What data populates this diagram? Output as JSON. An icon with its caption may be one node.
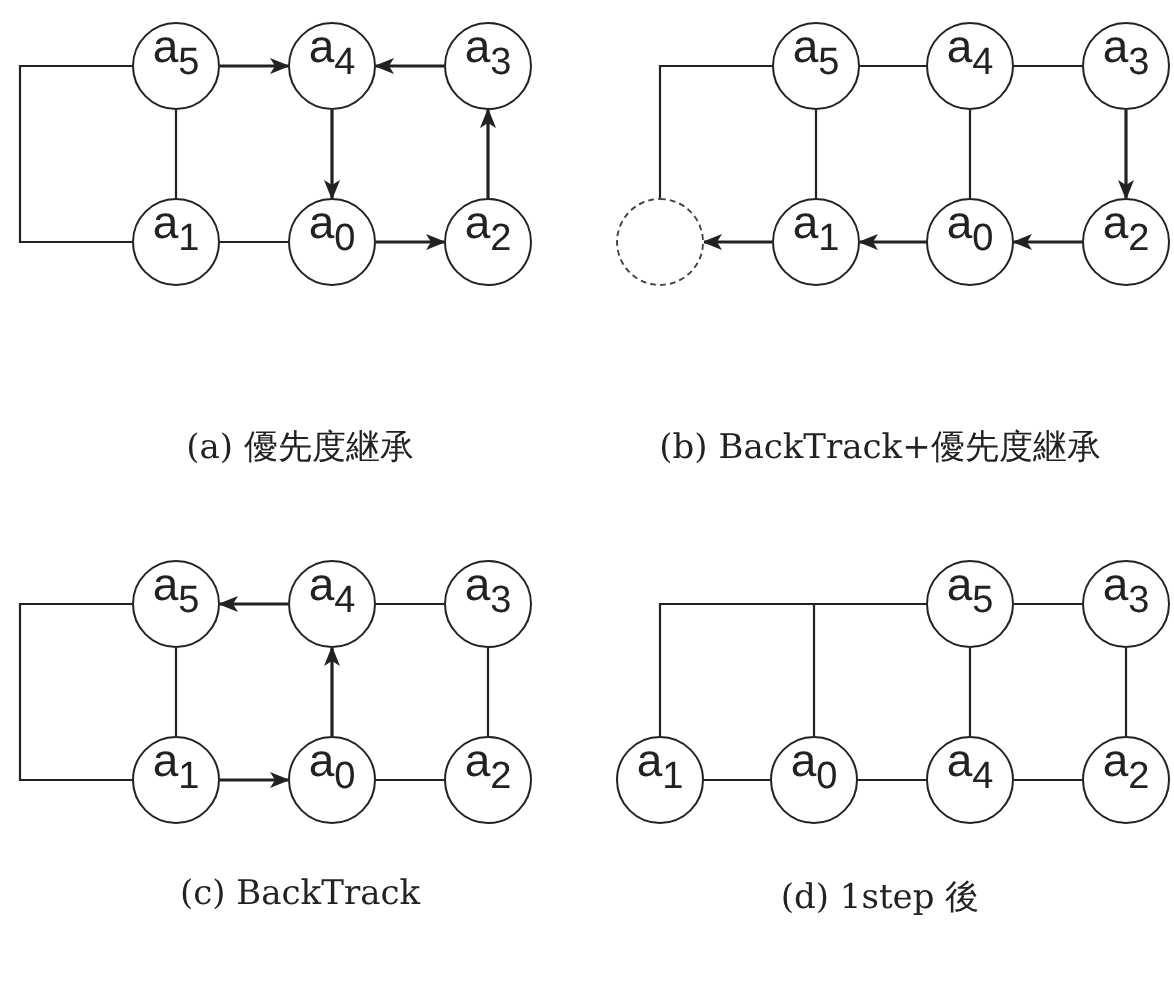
{
  "diagram": {
    "nodes": [
      {
        "text": [
          "a$_{5}$"
        ]
      },
      {
        "text": [
          "a$_{4}$"
        ]
      },
      {
        "text": [
          "a$_{3}$"
        ]
      },
      {
        "text": [
          "a$_{1}$"
        ]
      },
      {
        "text": [
          "a$_{0}$"
        ]
      },
      {
        "text": [
          "a$_{2}$"
        ]
      },
      {
        "text": [
          "a$_{5}$"
        ]
      },
      {
        "text": [
          "a$_{4}$"
        ]
      },
      {
        "text": [
          "a$_{3}$"
        ]
      },
      {
        "text": [
          "a$_{1}$"
        ]
      },
      {
        "text": [
          "a$_{0}$"
        ]
      },
      {
        "text": [
          "a$_{2}$"
        ]
      },
      {
        "text": [],
        "shape": "circle"
      },
      {
        "text": [
          "a$_{5}$"
        ]
      },
      {
        "text": [
          "a$_{4}$"
        ]
      },
      {
        "text": [
          "a$_{3}$"
        ]
      },
      {
        "text": [
          "a$_{1}$"
        ]
      },
      {
        "text": [
          "a$_{0}$"
        ]
      },
      {
        "text": [
          "a$_{2}$"
        ]
      },
      {
        "text": [
          "a$_{5}$"
        ]
      },
      {
        "text": [
          "a$_{3}$"
        ]
      },
      {
        "text": [
          "a$_{1}$"
        ]
      },
      {
        "text": [
          "a$_{0}$"
        ]
      },
      {
        "text": [
          "a$_{4}$"
        ]
      },
      {
        "text": [
          "a$_{2}$"
        ]
      }
    ],
    "edges": [
      {
        "from": 0,
        "to": 1,
        "arrow": "to"
      },
      {
        "from": 2,
        "to": 1,
        "arrow": "to"
      },
      {
        "from": 1,
        "to": 4,
        "arrow": "to"
      },
      {
        "from": 5,
        "to": 2,
        "arrow": "to"
      },
      {
        "from": 4,
        "to": 5,
        "arrow": "to"
      },
      {
        "from": 3,
        "to": 4,
        "arrow": "none"
      },
      {
        "from": 0,
        "to": 3,
        "arrow": "none"
      },
      {
        "from": 0,
        "to": 3,
        "arrow": "none"
      },
      {
        "from": 6,
        "to": 7,
        "arrow": "none"
      },
      {
        "from": 7,
        "to": 8,
        "arrow": "none"
      },
      {
        "from": 8,
        "to": 11,
        "arrow": "to"
      },
      {
        "from": 6,
        "to": 9,
        "arrow": "none"
      },
      {
        "from": 7,
        "to": 10,
        "arrow": "none"
      },
      {
        "from": 11,
        "to": 10,
        "arrow": "to"
      },
      {
        "from": 10,
        "to": 9,
        "arrow": "to"
      },
      {
        "from": 9,
        "to": 12,
        "arrow": "to"
      },
      {
        "from": 6,
        "to": 12,
        "arrow": "none"
      },
      {
        "from": 14,
        "to": 13,
        "arrow": "to"
      },
      {
        "from": 14,
        "to": 15,
        "arrow": "none"
      },
      {
        "from": 13,
        "to": 16,
        "arrow": "none"
      },
      {
        "from": 17,
        "to": 14,
        "arrow": "to"
      },
      {
        "from": 15,
        "to": 18,
        "arrow": "none"
      },
      {
        "from": 16,
        "to": 17,
        "arrow": "to"
      },
      {
        "from": 17,
        "to": 18,
        "arrow": "none"
      },
      {
        "from": 13,
        "to": 16,
        "arrow": "none"
      },
      {
        "from": 19,
        "to": 20,
        "arrow": "none"
      },
      {
        "from": 19,
        "to": 23,
        "arrow": "none"
      },
      {
        "from": 20,
        "to": 24,
        "arrow": "none"
      },
      {
        "from": 21,
        "to": 22,
        "arrow": "none"
      },
      {
        "from": 22,
        "to": 23,
        "arrow": "none"
      },
      {
        "from": 23,
        "to": 24,
        "arrow": "none"
      },
      {
        "from": 19,
        "to": 22,
        "arrow": "none"
      },
      {
        "from": 19,
        "to": 21,
        "arrow": "none"
      }
    ],
    "labels": [
      "(a) 優先度継承",
      "(b) BackTrack+優先度継承",
      "(c) BackTrack",
      "(d) 1step 後"
    ]
  }
}
